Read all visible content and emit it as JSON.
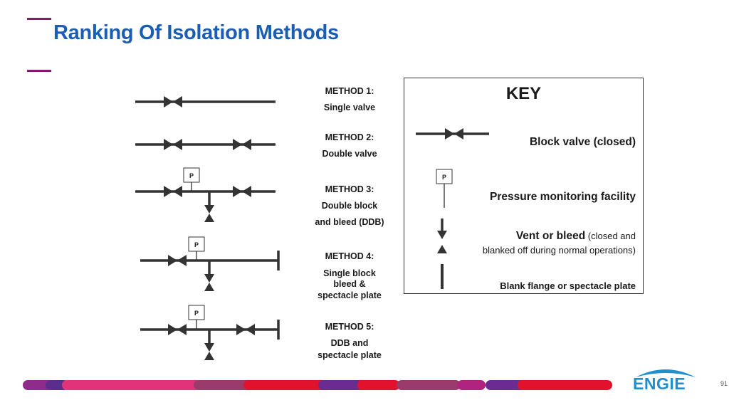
{
  "slide": {
    "title": "Ranking Of Isolation Methods",
    "page_number": "91"
  },
  "methods": [
    {
      "heading": "METHOD 1:",
      "lines": [
        "Single valve"
      ]
    },
    {
      "heading": "METHOD 2:",
      "lines": [
        "Double valve"
      ]
    },
    {
      "heading": "METHOD 3:",
      "lines": [
        "Double block",
        "and bleed (DDB)"
      ]
    },
    {
      "heading": "METHOD 4:",
      "lines": [
        "Single block",
        "bleed &",
        "spectacle plate"
      ]
    },
    {
      "heading": "METHOD 5:",
      "lines": [
        "DDB and",
        "spectacle plate"
      ]
    }
  ],
  "key": {
    "title": "KEY",
    "block_valve": "Block valve (closed)",
    "pressure": "Pressure monitoring facility",
    "vent_bold": "Vent or bleed",
    "vent_rest": " (closed and",
    "vent_line2": "blanked off during normal operations)",
    "blank_flange": "Blank flange or spectacle plate"
  },
  "symbols": {
    "pressure_letter": "P"
  },
  "logo": {
    "text": "ENGIE"
  },
  "colors": {
    "title": "#1a5db4",
    "accent_line": "#8a1a6b",
    "line": "#333333",
    "logo": "#1f8fd0",
    "bar": [
      "#8f2b8a",
      "#5b2d8e",
      "#e0337a",
      "#9a3b6b",
      "#e3122c",
      "#6a2c91",
      "#e3122c",
      "#9a3b6b",
      "#b0237f",
      "#6a2c91",
      "#e3122c"
    ]
  }
}
